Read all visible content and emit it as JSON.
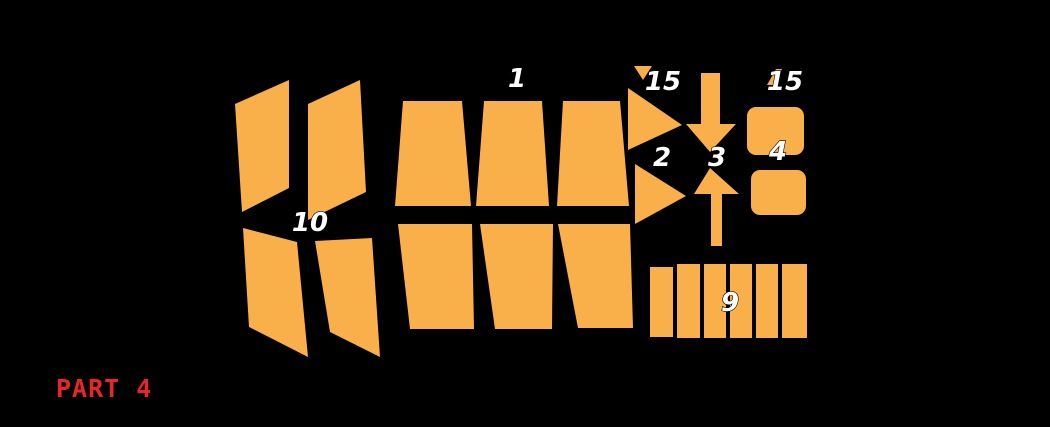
{
  "title": "PART 4",
  "colors": {
    "background": "#000000",
    "piece_fill": "#f9b04a",
    "label_text": "#ffffff",
    "title_text": "#e8262a"
  },
  "labels": {
    "label_1": "1",
    "label_2": "2",
    "label_3": "3",
    "label_4": "4",
    "label_9": "9",
    "label_10": "10",
    "label_15a": "15",
    "label_15b": "15"
  }
}
